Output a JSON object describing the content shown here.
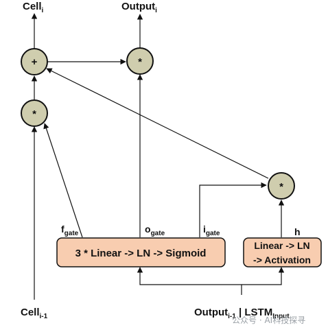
{
  "labels": {
    "cell_out": "Cell",
    "cell_out_sub": "i",
    "output_out": "Output",
    "output_out_sub": "i",
    "cell_in": "Cell",
    "cell_in_sub": "i-1",
    "input_main": "Output",
    "input_main_sub": "i-1",
    "input_sep": " | LSTM",
    "input_sep_sub": "Input",
    "f_gate": "f",
    "f_gate_sub": "gate",
    "o_gate": "o",
    "o_gate_sub": "gate",
    "i_gate": "i",
    "i_gate_sub": "gate",
    "h": "h"
  },
  "operators": {
    "add": "+",
    "mul_top": "*",
    "mul_left": "*",
    "mul_right": "*"
  },
  "boxes": {
    "gates": "3 * Linear -> LN -> Sigmoid",
    "candidate_line1": "Linear -> LN",
    "candidate_line2": "-> Activation"
  },
  "watermark": "公众号 · AI科技探寻",
  "colors": {
    "box_fill": "#f8cdb0",
    "circle_fill": "#cfcdae",
    "stroke": "#111111"
  }
}
